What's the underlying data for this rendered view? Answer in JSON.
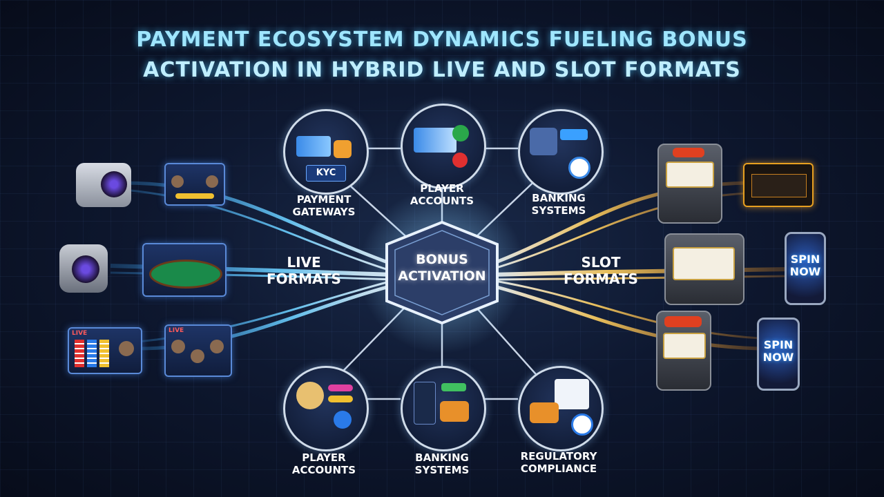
{
  "title": {
    "line1": "Payment Ecosystem Dynamics Fueling Bonus",
    "line2": "Activation in Hybrid Live and Slot Formats"
  },
  "hub": {
    "label": "Bonus Activation"
  },
  "sides": {
    "live": "Live Formats",
    "slot": "Slot Formats"
  },
  "nodes_top": [
    {
      "label": "Payment Gateways",
      "badge": "KYC"
    },
    {
      "label": "Player Accounts"
    },
    {
      "label": "Banking Systems"
    }
  ],
  "nodes_bottom": [
    {
      "label": "Player Accounts"
    },
    {
      "label": "Banking Systems"
    },
    {
      "label": "Regulatory Compliance"
    }
  ],
  "phones": [
    {
      "text": "Spin Now"
    },
    {
      "text": "Spin Now"
    }
  ],
  "live_tags": [
    "LIVE",
    "LIVE"
  ],
  "colors": {
    "live_flow": "#3aa8ff",
    "slot_flow": "#ffc040",
    "hub_glow": "#ffffff",
    "title": "#9fe6ff"
  },
  "icons": [
    "camera-icon",
    "poker-table-icon",
    "chip-stack-icon",
    "slot-machine-icon",
    "credit-card-icon",
    "wallet-icon",
    "shield-check-icon",
    "avatar-icon"
  ]
}
